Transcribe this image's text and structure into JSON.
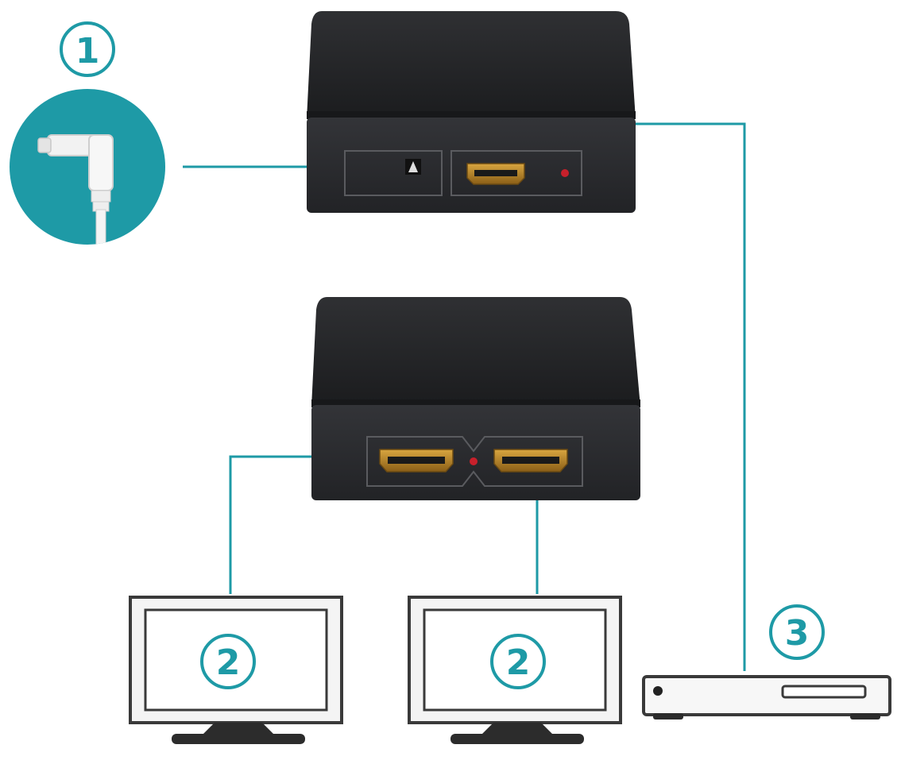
{
  "step_markers": {
    "power": "1",
    "display_left": "2",
    "display_right": "2",
    "source": "3"
  },
  "colors": {
    "accent": "#1e9aa6",
    "device_body": "#2a2b2e",
    "device_top": "#1f2023",
    "port_gold": "#b8862b",
    "led_red": "#c7202b",
    "monitor_frame": "#f4f4f4",
    "monitor_outline": "#3a3a3a",
    "cable_white": "#f2f2f2"
  },
  "icons": {
    "power_adapter": "power-adapter-icon",
    "splitter": "hdmi-splitter-icon",
    "monitor": "monitor-icon",
    "source_player": "media-player-icon",
    "hdmi_port": "hdmi-port-icon"
  }
}
